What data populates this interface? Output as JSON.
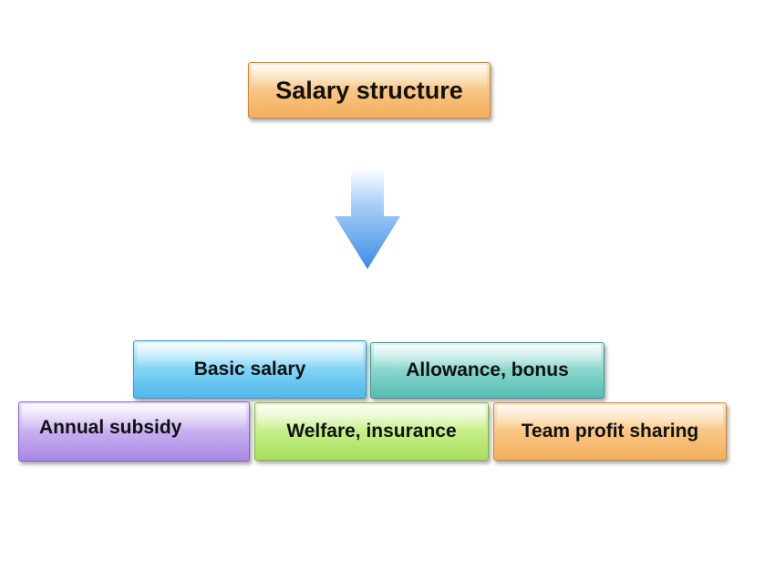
{
  "diagram": {
    "top": {
      "label": "Salary structure"
    },
    "items": [
      {
        "label": "Basic salary"
      },
      {
        "label": "Allowance, bonus"
      },
      {
        "label": "Annual subsidy"
      },
      {
        "label": "Welfare, insurance"
      },
      {
        "label": "Team profit sharing"
      }
    ]
  },
  "colors": {
    "orange": "#f3ad5c",
    "blue": "#4fb8ea",
    "teal": "#55bdb2",
    "purple": "#a787e4",
    "green": "#a6df5c",
    "arrow": "#3d8be4"
  }
}
